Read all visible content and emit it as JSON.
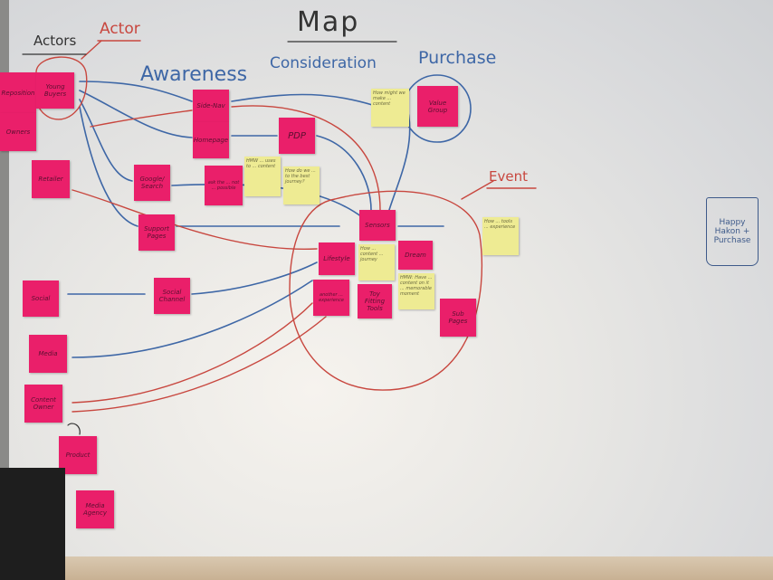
{
  "title": "Map",
  "headings": {
    "actors": "Actors",
    "actor": "Actor",
    "awareness": "Awareness",
    "consideration": "Consideration",
    "purchase": "Purchase",
    "event": "Event"
  },
  "end_box": "Happy Hakon + Purchase",
  "notes": {
    "reposition": "Reposition",
    "owners": "Owners",
    "young_buyers": "Young Buyers",
    "retailer": "Retailer",
    "side_nav": "Side-Nav",
    "homepage": "Homepage",
    "pdp": "PDP",
    "google_search": "Google/ Search",
    "ask_note": "ask the ... not ... possible",
    "hmw_1": "HMW ... uses to ... content",
    "how_do_we": "How do we ... to the best journey?",
    "support_pages": "Support Pages",
    "value_group": "Value Group",
    "how_might_we": "How might we make ... content",
    "sensors": "Sensors",
    "lifestyle": "Lifestyle",
    "dream": "Dream",
    "yellow_mid": "How ... content ... journey",
    "hmw_2": "HMW: Have ... content on it ... memorable moment",
    "another": "another ... experience",
    "toy_tools": "Toy Fitting Tools",
    "sub_pages": "Sub Pages",
    "yellow_right": "How ... tools ... experience",
    "social": "Social",
    "social_channel": "Social Channel",
    "media": "Media",
    "content_owner": "Content Owner",
    "product": "Product",
    "media_agency": "Media Agency"
  },
  "colors": {
    "pink": "#ea1f6a",
    "yellow": "#eeeb93",
    "blue_marker": "#3e67a6",
    "red_marker": "#c8473f"
  }
}
